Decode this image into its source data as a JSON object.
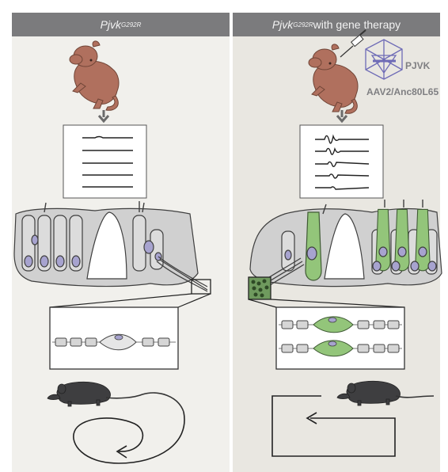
{
  "panels": {
    "left": {
      "gene": "Pjvk",
      "allele": "G292R",
      "suffix": ""
    },
    "right": {
      "gene": "Pjvk",
      "allele": "G292R",
      "suffix": " with gene therapy"
    }
  },
  "vector": {
    "gene_label": "PJVK",
    "capsid_label": "AAV2/Anc80L65"
  },
  "colors": {
    "header_bg": "#7b7b7d",
    "left_bg": "#f1f0ec",
    "right_bg": "#e9e7e1",
    "pup": "#b0705e",
    "cell_gray": "#d0d0d0",
    "cell_green": "#93c57a",
    "nucleus": "#a7a3cf",
    "virus": "#6e6bb6",
    "mouse": "#3e3e40"
  }
}
